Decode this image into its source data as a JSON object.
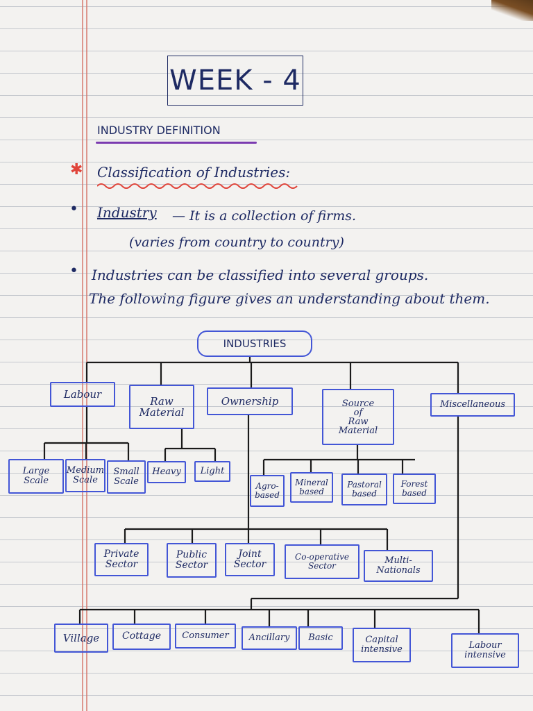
{
  "page": {
    "title": "WEEK - 4",
    "section_heading": "INDUSTRY DEFINITION",
    "subheading": "Classification of Industries:",
    "bullets": [
      {
        "term": "Industry",
        "text": "— It is a collection of firms.",
        "note": "(varies from country to country)"
      },
      {
        "line1": "Industries can be classified into several groups.",
        "line2": "The following figure gives an understanding about them."
      }
    ]
  },
  "diagram": {
    "root": "INDUSTRIES",
    "categories": {
      "labour": "Labour",
      "raw_material": "Raw\nMaterial",
      "ownership": "Ownership",
      "source": "Source\nof\nRaw\nMaterial",
      "misc": "Miscellaneous"
    },
    "labour_children": [
      "Large\nScale",
      "Medium\nScale",
      "Small\nScale"
    ],
    "raw_material_children": [
      "Heavy",
      "Light"
    ],
    "source_children": [
      "Agro-\nbased",
      "Mineral\nbased",
      "Pastoral\nbased",
      "Forest\nbased"
    ],
    "ownership_children": [
      "Private\nSector",
      "Public\nSector",
      "Joint\nSector",
      "Co-operative\nSector",
      "Multi-\nNationals"
    ],
    "misc_children": [
      "Village",
      "Cottage",
      "Consumer",
      "Ancillary",
      "Basic",
      "Capital\nintensive",
      "Labour\nintensive"
    ]
  },
  "colors": {
    "ink": "#1e2a63",
    "box_border": "#4356d6",
    "underline_purple": "#7b3bb0",
    "accent_red": "#e0443a",
    "paper": "#f3f2f0"
  }
}
